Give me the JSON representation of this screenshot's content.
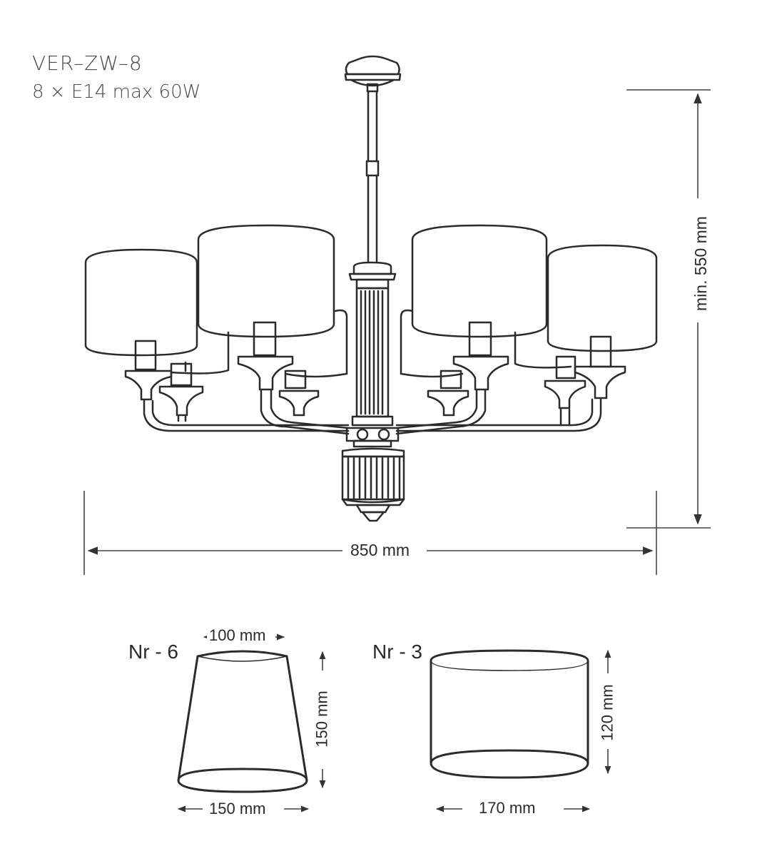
{
  "header": {
    "model": "VER–ZW–8",
    "spec": "8 × E14 max 60W"
  },
  "dimensions": {
    "width": "850 mm",
    "height": "min. 550 mm"
  },
  "shades": [
    {
      "name": "Nr - 6",
      "top_diameter": "100 mm",
      "height": "150 mm",
      "bottom_diameter": "150 mm"
    },
    {
      "name": "Nr - 3",
      "height": "120 mm",
      "diameter": "170 mm"
    }
  ],
  "colors": {
    "line": "#2b2b2b",
    "dim_line": "#444444"
  }
}
